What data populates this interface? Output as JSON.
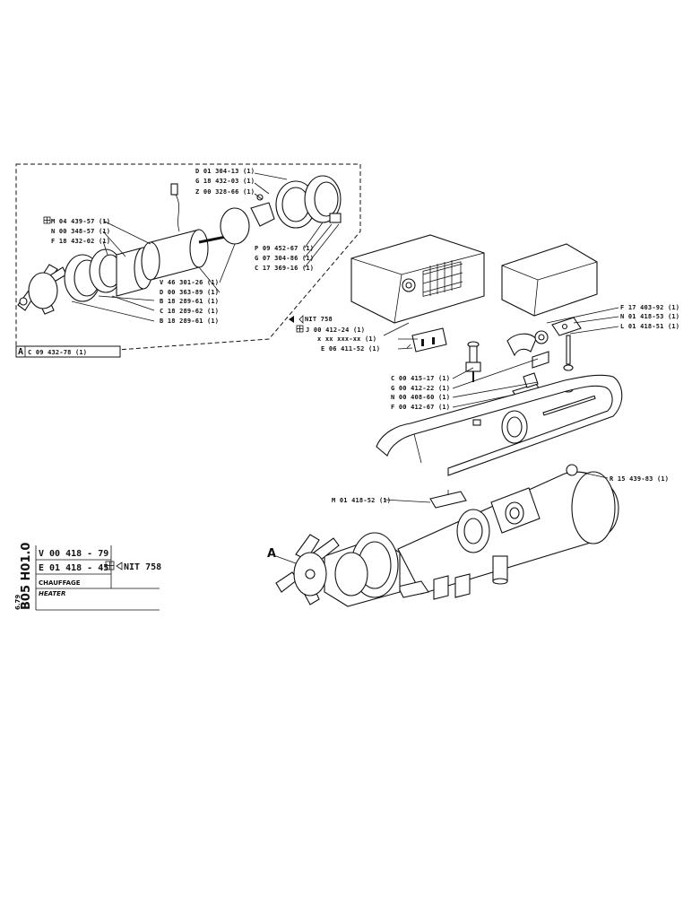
{
  "inset": {
    "frame_label": "A",
    "frame_ref": "C 09 432-78 (1)",
    "labels": {
      "d01304": "D 01 304-13 (1)",
      "g18432": "G 18 432-03 (1)",
      "z00328": "Z 00 328-66 (1)",
      "m04439": "M 04 439-57 (1)",
      "n00348": "N 00 348-57 (1)",
      "f18432": "F 18 432-02 (1)",
      "p09452": "P 09 452-67 (1)",
      "g07304": "G 07 304-86 (1)",
      "c17369": "C 17 369-16 (1)",
      "v46301": "V 46 301-26 (1)",
      "d00363": "D 00 363-89 (1)",
      "b18289a": "B 18 289-61 (1)",
      "c18289": "C 18 289-62 (1)",
      "b18289b": "B 18 289-61 (1)"
    }
  },
  "main": {
    "labels": {
      "nit758": "NIT 758",
      "j00412": "J 00 412-24 (1)",
      "xxx": "x xx xxx-xx (1)",
      "e06411": "E 06 411-52 (1)",
      "f17403": "F 17 403-92 (1)",
      "n01418_53": "N 01 418-53 (1)",
      "l01418": "L 01 418-51 (1)",
      "c00415": "C 00 415-17 (1)",
      "g00412": "G 00 412-22 (1)",
      "n00408": "N 00 408-60 (1)",
      "f00412": "F 00 412-67 (1)",
      "r15439": "R 15 439-83 (1)",
      "m01418": "M 01 418-52 (1)",
      "a_callout": "A"
    }
  },
  "title_block": {
    "section_code": "B05 H01.0",
    "line1_code": "V 00 418 - 79",
    "line2_code": "E 01 418 - 45",
    "line2_suffix": "NIT 758",
    "title_fr": "CHAUFFAGE",
    "title_en": "HEATER",
    "page_note": "6.79"
  }
}
